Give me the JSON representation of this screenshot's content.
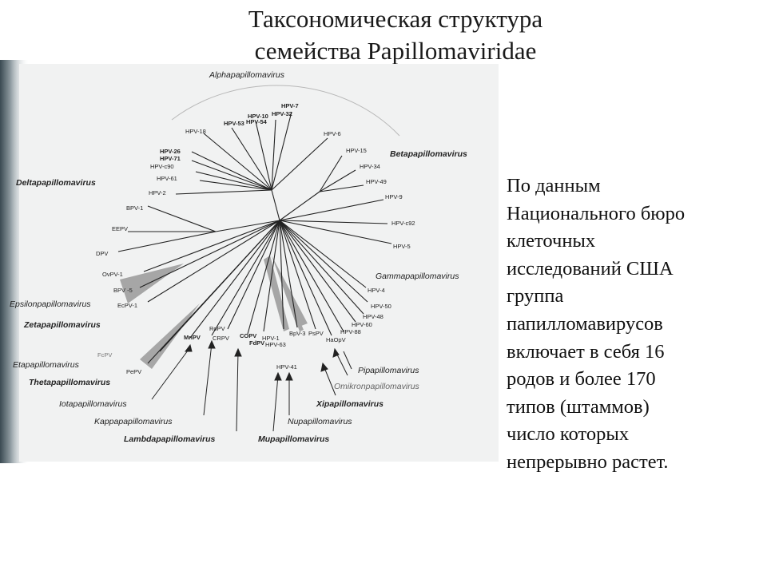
{
  "title": {
    "line1": "Таксономическая структура",
    "line2": "семейства Papillomaviridae"
  },
  "side_text": [
    "По данным",
    "Национального бюро",
    "клеточных",
    "исследований США",
    "группа",
    "папилломавирусов",
    "включает в себя  16",
    "родов и более 170",
    "типов (штаммов)",
    "число которых",
    "непрерывно растет."
  ],
  "tree": {
    "genera": [
      "Alphapapillomavirus",
      "Betapapillomavirus",
      "Gammapapillomavirus",
      "Deltapapillomavirus",
      "Epsilonpapillomavirus",
      "Zetapapillomavirus",
      "Etapapillomavirus",
      "Thetapapillomavirus",
      "Iotapapillomavirus",
      "Kappapapillomavirus",
      "Lambdapapillomavirus",
      "Mupapillomavirus",
      "Nupapillomavirus",
      "Xipapillomavirus",
      "Omikronpapillomavirus",
      "Pipapillomavirus"
    ],
    "leaves": [
      "HPV-7",
      "HPV-32",
      "HPV-10",
      "HPV-54",
      "HPV-53",
      "HPV-18",
      "HPV-26",
      "HPV-71",
      "HPV-c90",
      "HPV-61",
      "HPV-2",
      "HPV-6",
      "HPV-15",
      "HPV-34",
      "HPV-49",
      "HPV-9",
      "HPV-c92",
      "HPV-5",
      "BPV-1",
      "EEPV",
      "DPV",
      "OvPV-1",
      "BPV -5",
      "EcPV-1",
      "HPV-4",
      "HPV-50",
      "HPV-48",
      "HPV-60",
      "HPV-88",
      "HaOpV",
      "FcPV",
      "PePV",
      "MnPV",
      "RoPV",
      "CRPV",
      "COPV",
      "FdPV",
      "HPV-1",
      "HPV-63",
      "BpV-3",
      "PsPV",
      "HPV-41"
    ]
  }
}
